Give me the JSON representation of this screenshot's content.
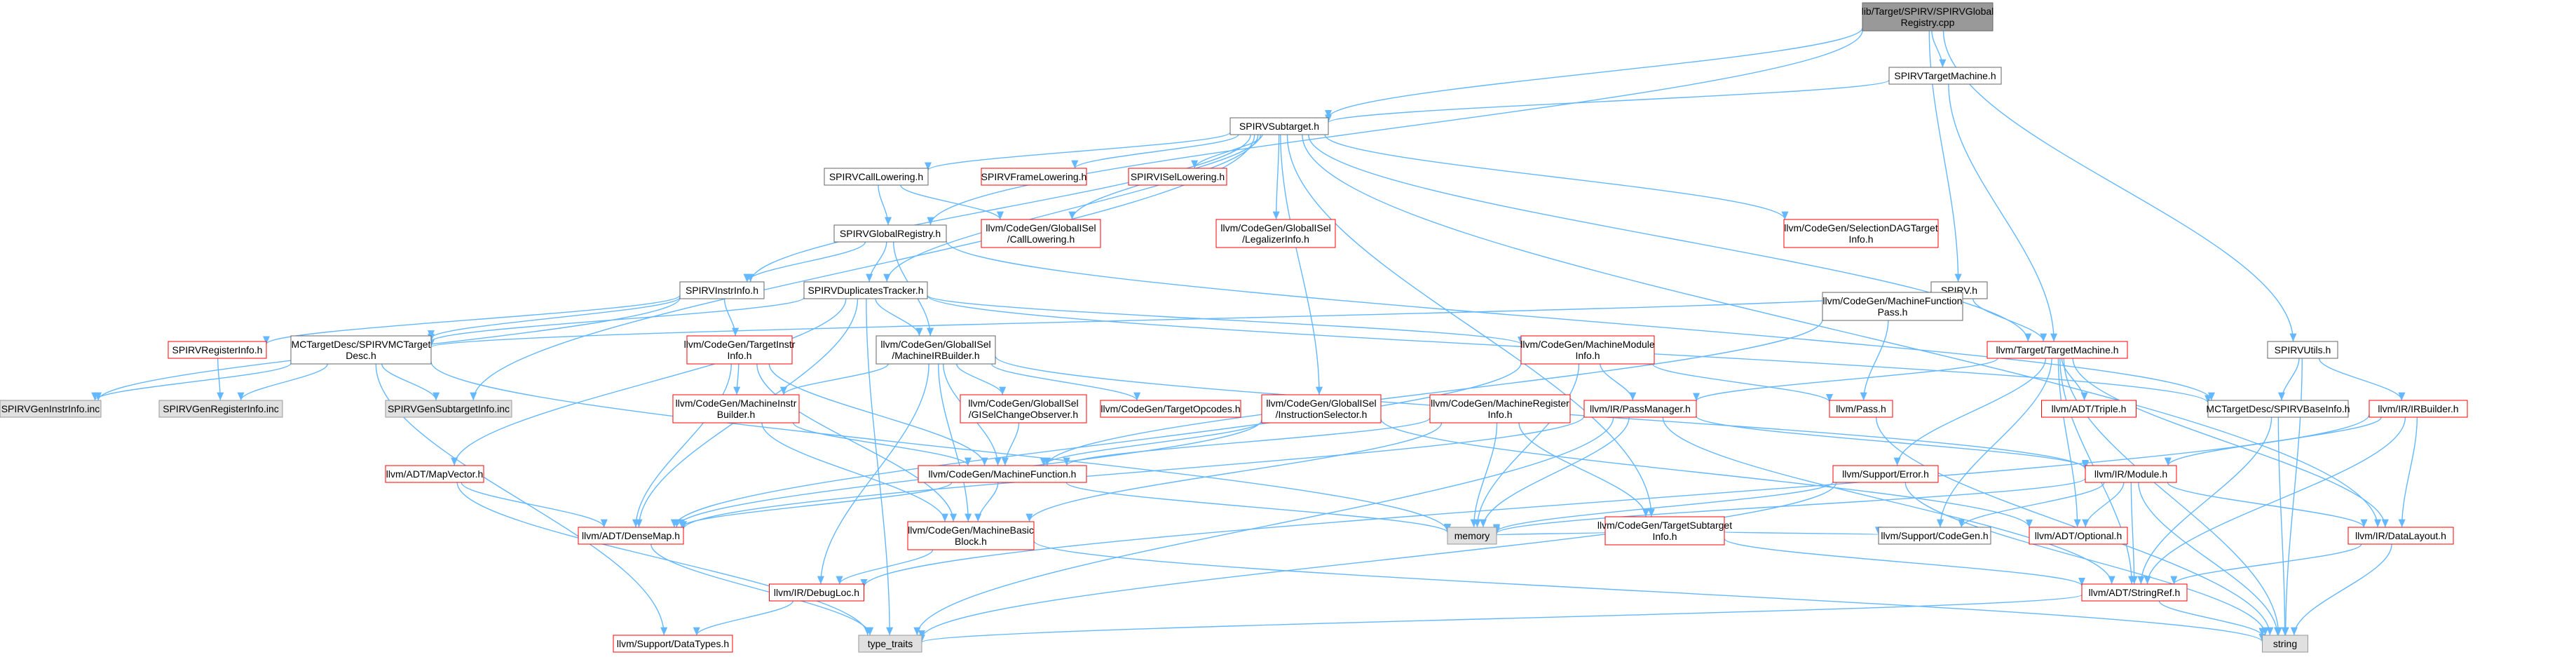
{
  "colors": {
    "edge": "#63b8ff",
    "root_fill": "#999999",
    "root_stroke": "#666666",
    "normal_fill": "#ffffff",
    "normal_stroke": "#666666",
    "missing_fill": "#ffffff",
    "missing_stroke": "#ff0000",
    "system_fill": "#e0e0e0",
    "system_stroke": "#999999"
  },
  "nodes": [
    {
      "id": "root",
      "kind": "root",
      "lines": [
        "lib/Target/SPIRV/SPIRVGlobal",
        "Registry.cpp"
      ]
    },
    {
      "id": "tm",
      "kind": "normal",
      "lines": [
        "SPIRVTargetMachine.h"
      ]
    },
    {
      "id": "sub",
      "kind": "normal",
      "lines": [
        "SPIRVSubtarget.h"
      ]
    },
    {
      "id": "calllow",
      "kind": "normal",
      "lines": [
        "SPIRVCallLowering.h"
      ]
    },
    {
      "id": "framelow",
      "kind": "missing",
      "lines": [
        "SPIRVFrameLowering.h"
      ]
    },
    {
      "id": "isellow",
      "kind": "missing",
      "lines": [
        "SPIRVISelLowering.h"
      ]
    },
    {
      "id": "gisel_cl",
      "kind": "missing",
      "lines": [
        "llvm/CodeGen/GlobalISel",
        "/CallLowering.h"
      ]
    },
    {
      "id": "gisel_li",
      "kind": "missing",
      "lines": [
        "llvm/CodeGen/GlobalISel",
        "/LegalizerInfo.h"
      ]
    },
    {
      "id": "seldag",
      "kind": "missing",
      "lines": [
        "llvm/CodeGen/SelectionDAGTarget",
        "Info.h"
      ]
    },
    {
      "id": "spirvh",
      "kind": "normal",
      "lines": [
        "SPIRV.h"
      ]
    },
    {
      "id": "utils",
      "kind": "normal",
      "lines": [
        "SPIRVUtils.h"
      ]
    },
    {
      "id": "globreg",
      "kind": "normal",
      "lines": [
        "SPIRVGlobalRegistry.h"
      ]
    },
    {
      "id": "instrinfo",
      "kind": "normal",
      "lines": [
        "SPIRVInstrInfo.h"
      ]
    },
    {
      "id": "duptrack",
      "kind": "normal",
      "lines": [
        "SPIRVDuplicatesTracker.h"
      ]
    },
    {
      "id": "mfpass",
      "kind": "normal",
      "lines": [
        "llvm/CodeGen/MachineFunction",
        "Pass.h"
      ]
    },
    {
      "id": "targetmach",
      "kind": "missing",
      "lines": [
        "llvm/Target/TargetMachine.h"
      ]
    },
    {
      "id": "reginfo",
      "kind": "missing",
      "lines": [
        "SPIRVRegisterInfo.h"
      ]
    },
    {
      "id": "mcdesc",
      "kind": "normal",
      "lines": [
        "MCTargetDesc/SPIRVMCTarget",
        "Desc.h"
      ]
    },
    {
      "id": "tii",
      "kind": "missing",
      "lines": [
        "llvm/CodeGen/TargetInstr",
        "Info.h"
      ]
    },
    {
      "id": "mirb",
      "kind": "normal",
      "lines": [
        "llvm/CodeGen/GlobalISel",
        "/MachineIRBuilder.h"
      ]
    },
    {
      "id": "mmi",
      "kind": "missing",
      "lines": [
        "llvm/CodeGen/MachineModule",
        "Info.h"
      ]
    },
    {
      "id": "triple",
      "kind": "missing",
      "lines": [
        "llvm/ADT/Triple.h"
      ]
    },
    {
      "id": "baseinfo",
      "kind": "normal",
      "lines": [
        "MCTargetDesc/SPIRVBaseInfo.h"
      ]
    },
    {
      "id": "irbuilder",
      "kind": "missing",
      "lines": [
        "llvm/IR/IRBuilder.h"
      ]
    },
    {
      "id": "geninstr",
      "kind": "system",
      "lines": [
        "SPIRVGenInstrInfo.inc"
      ]
    },
    {
      "id": "genreg",
      "kind": "system",
      "lines": [
        "SPIRVGenRegisterInfo.inc"
      ]
    },
    {
      "id": "gensub",
      "kind": "system",
      "lines": [
        "SPIRVGenSubtargetInfo.inc"
      ]
    },
    {
      "id": "mib",
      "kind": "missing",
      "lines": [
        "llvm/CodeGen/MachineInstr",
        "Builder.h"
      ]
    },
    {
      "id": "gcso",
      "kind": "missing",
      "lines": [
        "llvm/CodeGen/GlobalISel",
        "/GISelChangeObserver.h"
      ]
    },
    {
      "id": "targetop",
      "kind": "missing",
      "lines": [
        "llvm/CodeGen/TargetOpcodes.h"
      ]
    },
    {
      "id": "isel",
      "kind": "missing",
      "lines": [
        "llvm/CodeGen/GlobalISel",
        "/InstructionSelector.h"
      ]
    },
    {
      "id": "mri",
      "kind": "missing",
      "lines": [
        "llvm/CodeGen/MachineRegister",
        "Info.h"
      ]
    },
    {
      "id": "passmgr",
      "kind": "missing",
      "lines": [
        "llvm/IR/PassManager.h"
      ]
    },
    {
      "id": "pass",
      "kind": "missing",
      "lines": [
        "llvm/Pass.h"
      ]
    },
    {
      "id": "mf",
      "kind": "missing",
      "lines": [
        "llvm/CodeGen/MachineFunction.h"
      ]
    },
    {
      "id": "tsi",
      "kind": "missing",
      "lines": [
        "llvm/CodeGen/TargetSubtarget",
        "Info.h"
      ]
    },
    {
      "id": "supperr",
      "kind": "missing",
      "lines": [
        "llvm/Support/Error.h"
      ]
    },
    {
      "id": "module",
      "kind": "missing",
      "lines": [
        "llvm/IR/Module.h"
      ]
    },
    {
      "id": "mapvec",
      "kind": "missing",
      "lines": [
        "llvm/ADT/MapVector.h"
      ]
    },
    {
      "id": "densemap",
      "kind": "missing",
      "lines": [
        "llvm/ADT/DenseMap.h"
      ]
    },
    {
      "id": "mbb",
      "kind": "missing",
      "lines": [
        "llvm/CodeGen/MachineBasic",
        "Block.h"
      ]
    },
    {
      "id": "memory",
      "kind": "system",
      "lines": [
        "memory"
      ]
    },
    {
      "id": "codegen",
      "kind": "normal",
      "lines": [
        "llvm/Support/CodeGen.h"
      ]
    },
    {
      "id": "optional",
      "kind": "missing",
      "lines": [
        "llvm/ADT/Optional.h"
      ]
    },
    {
      "id": "datalayout",
      "kind": "missing",
      "lines": [
        "llvm/IR/DataLayout.h"
      ]
    },
    {
      "id": "debugloc",
      "kind": "missing",
      "lines": [
        "llvm/IR/DebugLoc.h"
      ]
    },
    {
      "id": "stringref",
      "kind": "missing",
      "lines": [
        "llvm/ADT/StringRef.h"
      ]
    },
    {
      "id": "datatypes",
      "kind": "missing",
      "lines": [
        "llvm/Support/DataTypes.h"
      ]
    },
    {
      "id": "typetraits",
      "kind": "system",
      "lines": [
        "type_traits"
      ]
    },
    {
      "id": "string",
      "kind": "system",
      "lines": [
        "string"
      ]
    }
  ],
  "edges": [
    [
      "root",
      "tm"
    ],
    [
      "root",
      "sub"
    ],
    [
      "root",
      "globreg"
    ],
    [
      "root",
      "spirvh"
    ],
    [
      "root",
      "utils"
    ],
    [
      "tm",
      "sub"
    ],
    [
      "tm",
      "targetmach"
    ],
    [
      "sub",
      "calllow"
    ],
    [
      "sub",
      "framelow"
    ],
    [
      "sub",
      "isellow"
    ],
    [
      "sub",
      "gisel_cl"
    ],
    [
      "sub",
      "gisel_li"
    ],
    [
      "sub",
      "seldag"
    ],
    [
      "sub",
      "instrinfo"
    ],
    [
      "sub",
      "isel"
    ],
    [
      "sub",
      "targetmach"
    ],
    [
      "sub",
      "tsi"
    ],
    [
      "sub",
      "datalayout"
    ],
    [
      "sub",
      "gensub"
    ],
    [
      "sub",
      "duptrack"
    ],
    [
      "calllow",
      "globreg"
    ],
    [
      "calllow",
      "gisel_cl"
    ],
    [
      "globreg",
      "instrinfo"
    ],
    [
      "globreg",
      "duptrack"
    ],
    [
      "globreg",
      "mirb"
    ],
    [
      "globreg",
      "baseinfo"
    ],
    [
      "instrinfo",
      "reginfo"
    ],
    [
      "instrinfo",
      "tii"
    ],
    [
      "instrinfo",
      "geninstr"
    ],
    [
      "instrinfo",
      "mcdesc"
    ],
    [
      "duptrack",
      "mcdesc"
    ],
    [
      "duptrack",
      "mirb"
    ],
    [
      "duptrack",
      "mmi"
    ],
    [
      "duptrack",
      "densemap"
    ],
    [
      "duptrack",
      "mapvec"
    ],
    [
      "duptrack",
      "typetraits"
    ],
    [
      "duptrack",
      "baseinfo"
    ],
    [
      "spirvh",
      "mcdesc"
    ],
    [
      "spirvh",
      "targetmach"
    ],
    [
      "utils",
      "baseinfo"
    ],
    [
      "utils",
      "irbuilder"
    ],
    [
      "utils",
      "string"
    ],
    [
      "reginfo",
      "genreg"
    ],
    [
      "mcdesc",
      "geninstr"
    ],
    [
      "mcdesc",
      "genreg"
    ],
    [
      "mcdesc",
      "gensub"
    ],
    [
      "mcdesc",
      "memory"
    ],
    [
      "mcdesc",
      "datatypes"
    ],
    [
      "tii",
      "mib"
    ],
    [
      "tii",
      "densemap"
    ],
    [
      "tii",
      "mbb"
    ],
    [
      "tii",
      "mf"
    ],
    [
      "mirb",
      "mib"
    ],
    [
      "mirb",
      "gcso"
    ],
    [
      "mirb",
      "targetop"
    ],
    [
      "mirb",
      "mf"
    ],
    [
      "mirb",
      "mbb"
    ],
    [
      "mirb",
      "module"
    ],
    [
      "mirb",
      "debugloc"
    ],
    [
      "mmi",
      "passmgr"
    ],
    [
      "mmi",
      "pass"
    ],
    [
      "mmi",
      "densemap"
    ],
    [
      "mmi",
      "memory"
    ],
    [
      "mfpass",
      "pass"
    ],
    [
      "mfpass",
      "mf"
    ],
    [
      "targetmach",
      "passmgr"
    ],
    [
      "targetmach",
      "triple"
    ],
    [
      "targetmach",
      "codegen"
    ],
    [
      "targetmach",
      "supperr"
    ],
    [
      "targetmach",
      "stringref"
    ],
    [
      "targetmach",
      "datalayout"
    ],
    [
      "targetmach",
      "optional"
    ],
    [
      "targetmach",
      "string"
    ],
    [
      "baseinfo",
      "stringref"
    ],
    [
      "baseinfo",
      "string"
    ],
    [
      "irbuilder",
      "module"
    ],
    [
      "irbuilder",
      "datalayout"
    ],
    [
      "irbuilder",
      "debugloc"
    ],
    [
      "irbuilder",
      "stringref"
    ],
    [
      "mib",
      "mf"
    ],
    [
      "mib",
      "mbb"
    ],
    [
      "gcso",
      "mf"
    ],
    [
      "isel",
      "mf"
    ],
    [
      "isel",
      "densemap"
    ],
    [
      "isel",
      "optional"
    ],
    [
      "mri",
      "mf"
    ],
    [
      "mri",
      "mbb"
    ],
    [
      "mri",
      "tsi"
    ],
    [
      "mri",
      "memory"
    ],
    [
      "passmgr",
      "module"
    ],
    [
      "passmgr",
      "memory"
    ],
    [
      "passmgr",
      "densemap"
    ],
    [
      "passmgr",
      "stringref"
    ],
    [
      "passmgr",
      "typetraits"
    ],
    [
      "pass",
      "string"
    ],
    [
      "mf",
      "densemap"
    ],
    [
      "mf",
      "mbb"
    ],
    [
      "mf",
      "memory"
    ],
    [
      "tsi",
      "codegen"
    ],
    [
      "tsi",
      "stringref"
    ],
    [
      "tsi",
      "memory"
    ],
    [
      "supperr",
      "memory"
    ],
    [
      "supperr",
      "typetraits"
    ],
    [
      "supperr",
      "string"
    ],
    [
      "module",
      "codegen"
    ],
    [
      "module",
      "memory"
    ],
    [
      "module",
      "optional"
    ],
    [
      "module",
      "stringref"
    ],
    [
      "module",
      "datalayout"
    ],
    [
      "module",
      "string"
    ],
    [
      "mapvec",
      "densemap"
    ],
    [
      "mapvec",
      "typetraits"
    ],
    [
      "densemap",
      "typetraits"
    ],
    [
      "mbb",
      "debugloc"
    ],
    [
      "mbb",
      "string"
    ],
    [
      "datalayout",
      "stringref"
    ],
    [
      "datalayout",
      "string"
    ],
    [
      "debugloc",
      "datatypes"
    ],
    [
      "stringref",
      "typetraits"
    ],
    [
      "stringref",
      "string"
    ]
  ]
}
